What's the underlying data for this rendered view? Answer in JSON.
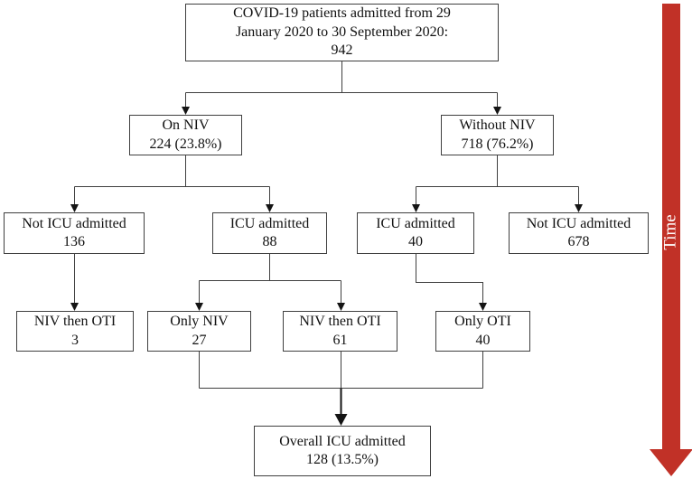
{
  "figure": {
    "background": "#ffffff",
    "box_border_color": "#3f3f3f",
    "connector_color": "#3f3f3f",
    "arrowhead_color": "#141414",
    "text_color": "#111111"
  },
  "nodes": {
    "root": {
      "line1": "COVID-19 patients admitted from 29",
      "line2": "January 2020 to 30 September 2020:",
      "line3": "942"
    },
    "on_niv": {
      "label": "On NIV",
      "value": "224 (23.8%)"
    },
    "without_niv": {
      "label": "Without NIV",
      "value": "718 (76.2%)"
    },
    "niv_not_icu": {
      "label": "Not ICU admitted",
      "value": "136"
    },
    "niv_icu": {
      "label": "ICU admitted",
      "value": "88"
    },
    "noniv_icu": {
      "label": "ICU admitted",
      "value": "40"
    },
    "noniv_not_icu": {
      "label": "Not ICU admitted",
      "value": "678"
    },
    "niv_then_oti_ward": {
      "label": "NIV then OTI",
      "value": "3"
    },
    "only_niv": {
      "label": "Only NIV",
      "value": "27"
    },
    "niv_then_oti_icu": {
      "label": "NIV then OTI",
      "value": "61"
    },
    "only_oti": {
      "label": "Only OTI",
      "value": "40"
    },
    "overall_icu": {
      "label": "Overall ICU admitted",
      "value": "128 (13.5%)"
    }
  },
  "time_axis": {
    "label": "Time",
    "arrow_color": "#c13127",
    "label_color": "#ffffff"
  }
}
